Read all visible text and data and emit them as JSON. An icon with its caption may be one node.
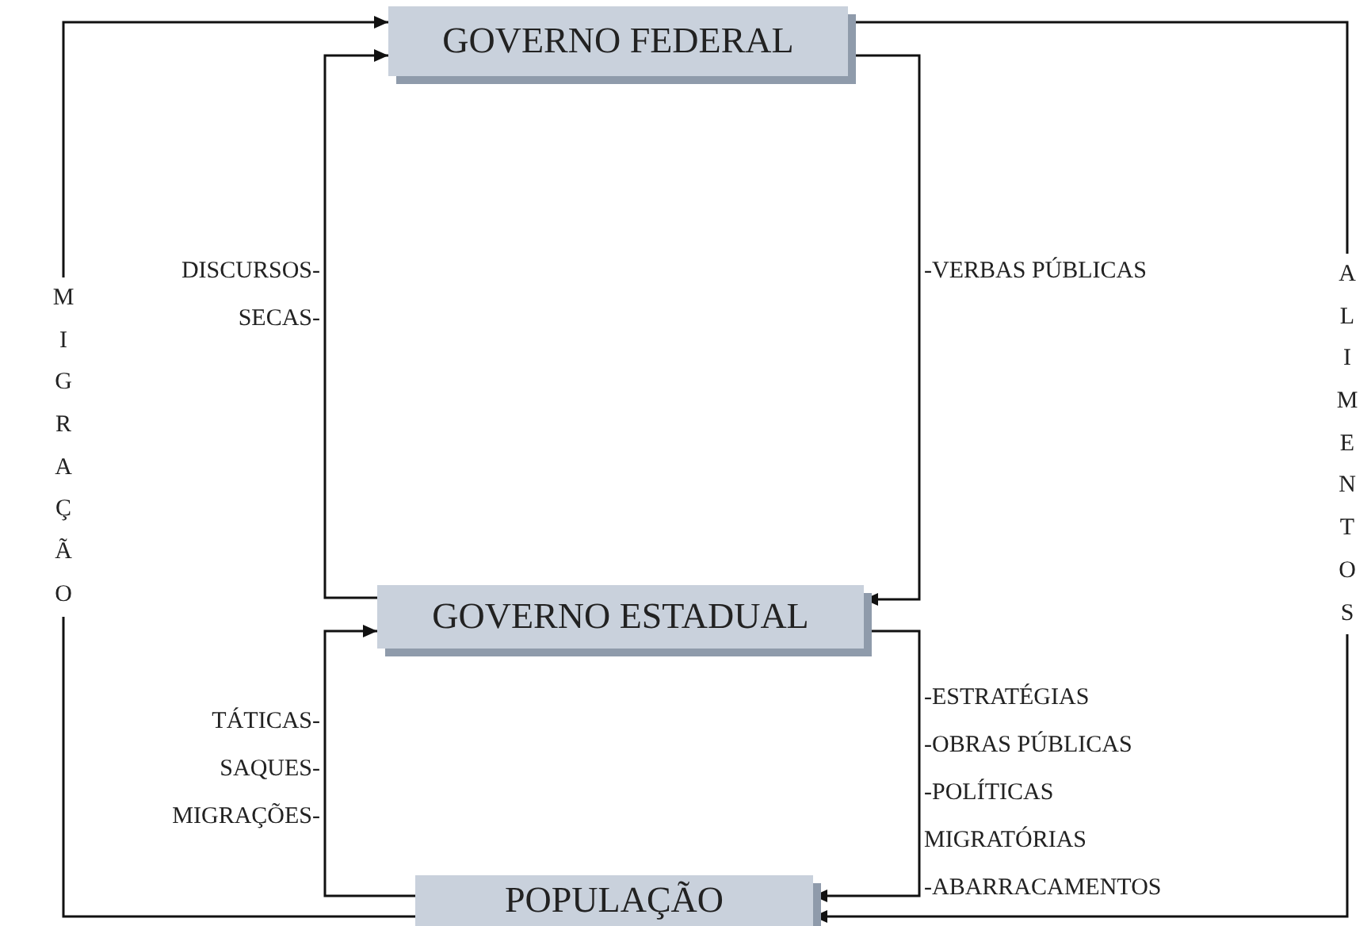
{
  "diagram": {
    "nodes": [
      {
        "text": [
          "GOVERNO FEDERAL"
        ]
      },
      {
        "text": [
          "GOVERNO ESTADUAL"
        ]
      },
      {
        "text": [
          "POPULAÇÃO"
        ]
      }
    ],
    "edges": [
      {
        "from": 2,
        "to": 0,
        "arrow": "to",
        "label": "MIGRAÇÃO"
      },
      {
        "from": 0,
        "to": 2,
        "arrow": "to",
        "label": "ALIMENTOS"
      },
      {
        "from": 1,
        "to": 0,
        "arrow": "to",
        "label": "DISCURSOS- SECAS-"
      },
      {
        "from": 0,
        "to": 1,
        "arrow": "to",
        "label": "-VERBAS PÚBLICAS"
      },
      {
        "from": 2,
        "to": 1,
        "arrow": "to",
        "label": "TÁTICAS- SAQUES- MIGRAÇÕES-"
      },
      {
        "from": 1,
        "to": 2,
        "arrow": "to",
        "label": "-ESTRATÉGIAS -OBRAS PÚBLICAS -POLÍTICAS MIGRATÓRIAS -ABARRACAMENTOS"
      }
    ]
  }
}
